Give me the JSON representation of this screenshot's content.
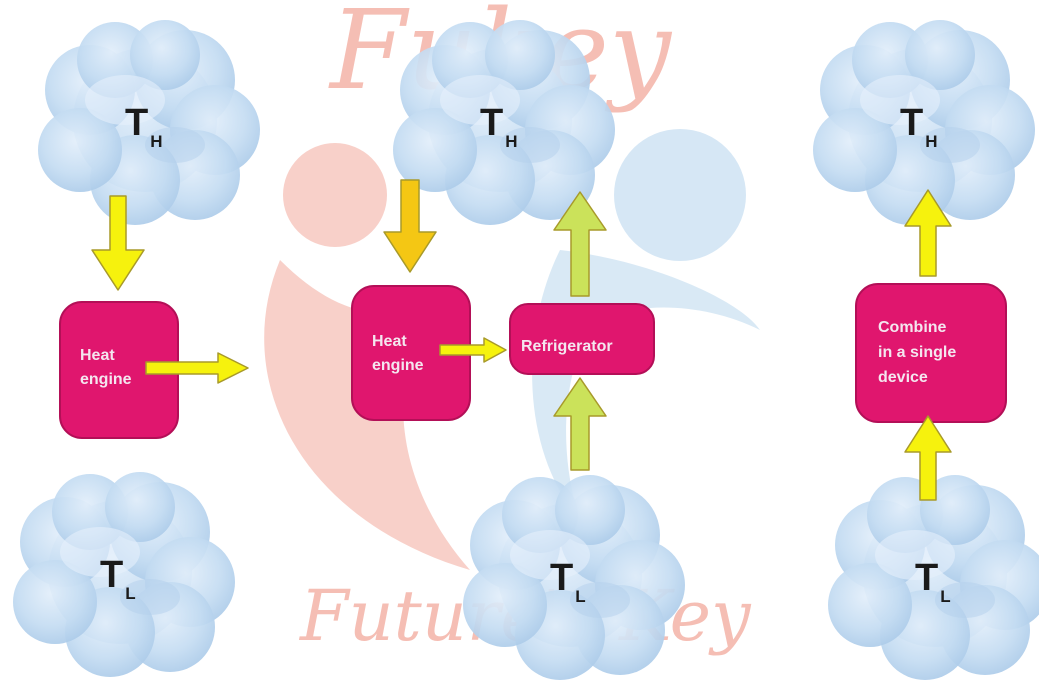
{
  "reservoirs": {
    "hot": {
      "main": "T",
      "sub": "H"
    },
    "cold": {
      "main": "T",
      "sub": "L"
    }
  },
  "devices": {
    "heat_engine_1": [
      "Heat",
      "engine"
    ],
    "heat_engine_2": [
      "Heat",
      "engine"
    ],
    "refrigerator": [
      "Refrigerator"
    ],
    "combined": [
      "Combine",
      "in a single",
      "device"
    ]
  },
  "watermark": {
    "top": "Fukey",
    "bottom": "Future's Key"
  },
  "colors": {
    "cloud": "#c4dcf2",
    "cloud_shade": "#a9c9e8",
    "device": "#e0166e",
    "device_border": "#b30f57",
    "arrow_yellow": "#f6f20d",
    "arrow_outline": "#a89a2a",
    "watermark_red": "#f2a99c",
    "watermark_blue": "#cfe3f3"
  }
}
